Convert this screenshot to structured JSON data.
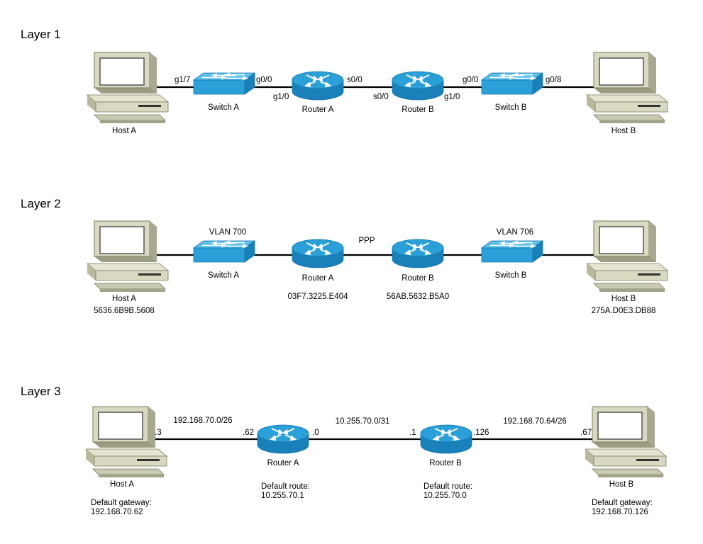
{
  "layers": [
    {
      "title": "Layer 1"
    },
    {
      "title": "Layer 2"
    },
    {
      "title": "Layer 3"
    }
  ],
  "layer1": {
    "host_a": "Host A",
    "host_b": "Host B",
    "switch_a": "Switch A",
    "switch_b": "Switch B",
    "router_a": "Router A",
    "router_b": "Router B",
    "ports": {
      "swa_host": "g1/7",
      "swa_up": "g0/0",
      "ra_left": "g1/0",
      "ra_right": "s0/0",
      "rb_left": "s0/0",
      "rb_right": "g1/0",
      "swb_up": "g0/0",
      "swb_host": "g0/8"
    }
  },
  "layer2": {
    "host_a": "Host A",
    "host_a_mac": "5636.6B9B.5608",
    "host_b": "Host B",
    "host_b_mac": "275A.D0E3.DB88",
    "switch_a": "Switch A",
    "switch_a_vlan": "VLAN 700",
    "switch_b": "Switch B",
    "switch_b_vlan": "VLAN 706",
    "router_a": "Router A",
    "router_a_mac": "03F7.3225.E404",
    "router_b": "Router B",
    "router_b_mac": "56AB.5632.B5A0",
    "wan_protocol": "PPP"
  },
  "layer3": {
    "host_a": "Host A",
    "host_a_octet": ".3",
    "host_a_gw_label": "Default gateway:",
    "host_a_gw": "192.168.70.62",
    "subnet_left": "192.168.70.0/26",
    "router_a": "Router A",
    "router_a_left_octet": ".62",
    "router_a_right_octet": ".0",
    "router_a_route_label": "Default route:",
    "router_a_route": "10.255.70.1",
    "subnet_wan": "10.255.70.0/31",
    "router_b": "Router B",
    "router_b_left_octet": ".1",
    "router_b_right_octet": ".126",
    "router_b_route_label": "Default route:",
    "router_b_route": "10.255.70.0",
    "subnet_right": "192.168.70.64/26",
    "host_b": "Host B",
    "host_b_octet": ".67",
    "host_b_gw_label": "Default gateway:",
    "host_b_gw": "192.168.70.126"
  },
  "colors": {
    "device_blue": "#2a9fd8",
    "device_blue_dark": "#1677ad",
    "pc_body": "#d9d9c2",
    "pc_shadow": "#9c9c82",
    "pc_screen": "#ffffff"
  },
  "icons": [
    "pc-icon",
    "switch-icon",
    "router-icon"
  ]
}
